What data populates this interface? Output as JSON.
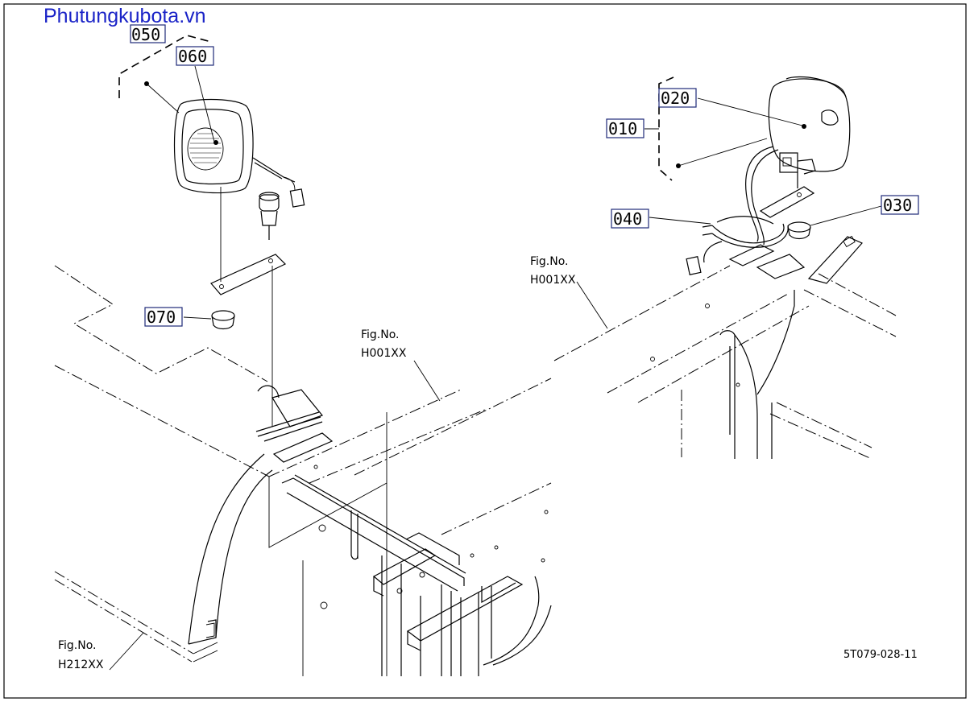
{
  "watermark": "Phutungkubota.vn",
  "drawing_code": "5T079-028-11",
  "part_labels": {
    "p010": "010",
    "p020": "020",
    "p030": "030",
    "p040": "040",
    "p050": "050",
    "p060": "060",
    "p070": "070"
  },
  "fig_refs": {
    "left_middle": {
      "line1": "Fig.No.",
      "line2": "H001XX"
    },
    "left_bottom": {
      "line1": "Fig.No.",
      "line2": "H212XX"
    },
    "right": {
      "line1": "Fig.No.",
      "line2": "H001XX"
    }
  },
  "colors": {
    "label_border": "#1e2a78",
    "watermark": "#1a23c7",
    "line": "#000000"
  }
}
